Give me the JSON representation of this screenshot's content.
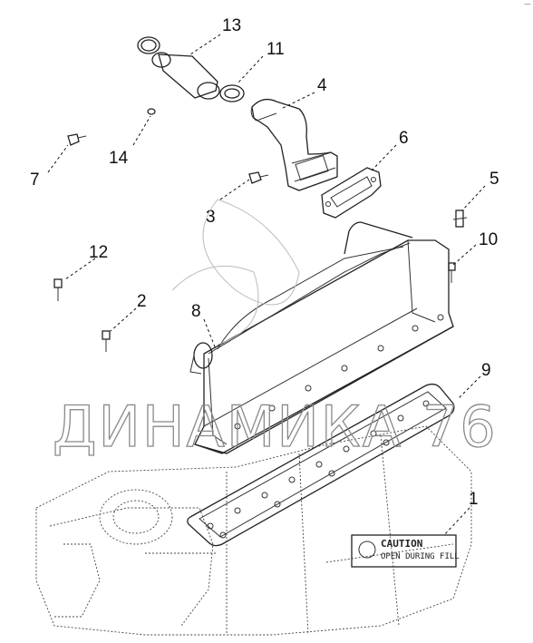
{
  "callouts": [
    "13",
    "11",
    "4",
    "14",
    "7",
    "6",
    "5",
    "3",
    "12",
    "10",
    "2",
    "8",
    "9",
    "1"
  ],
  "watermark": "ДИНАМИКА 76",
  "caution_label": {
    "title": "CAUTION",
    "line1": "OPEN DURING FILL"
  },
  "corner_mark": "—"
}
